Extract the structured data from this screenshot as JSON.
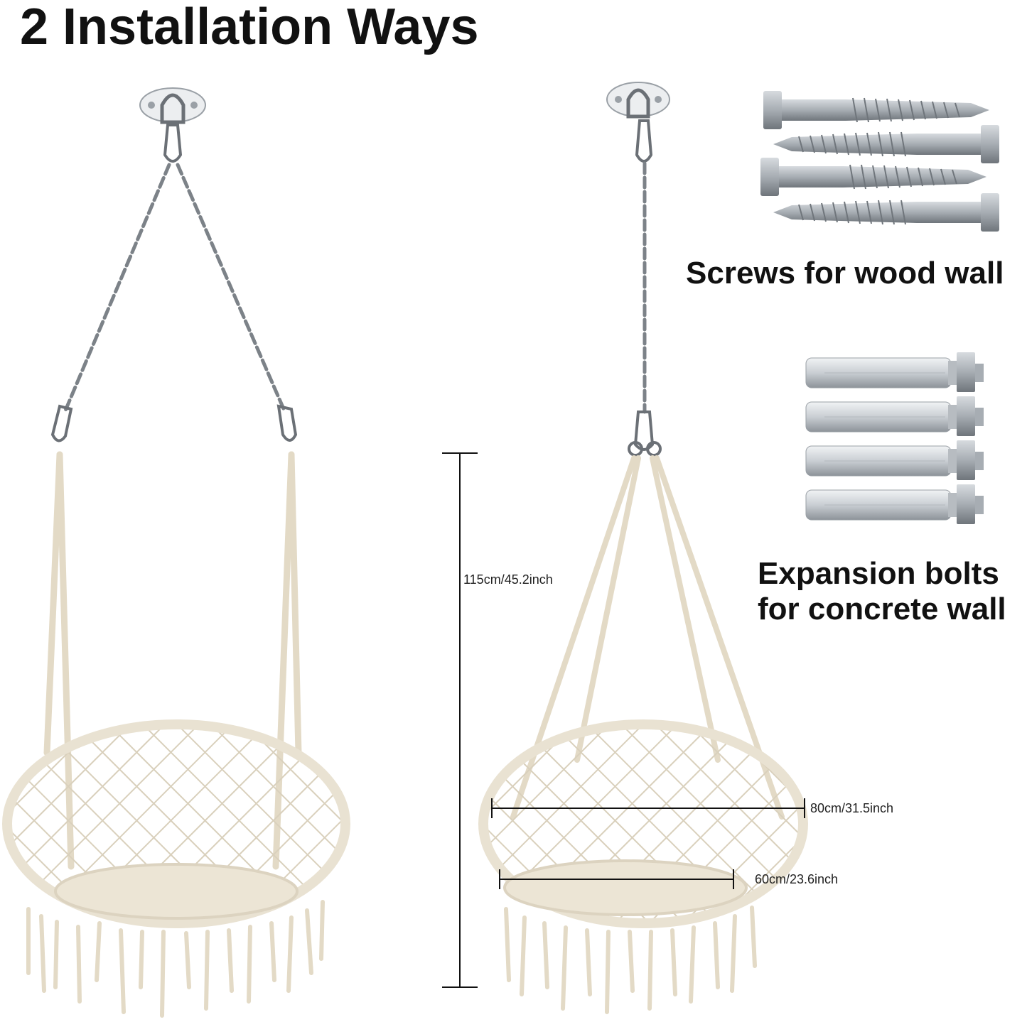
{
  "title": "2 Installation Ways",
  "labels": {
    "screws": "Screws for wood wall",
    "bolts_line1": "Expansion bolts",
    "bolts_line2": "for concrete wall"
  },
  "dimensions": {
    "height": "115cm/45.2inch",
    "width": "80cm/31.5inch",
    "seat": "60cm/23.6inch"
  },
  "colors": {
    "rope": "#e9e2d2",
    "rope_dark": "#cfc6b2",
    "metal": "#9aa0a6",
    "metal_dark": "#6b7076",
    "dim_line": "#111111"
  }
}
